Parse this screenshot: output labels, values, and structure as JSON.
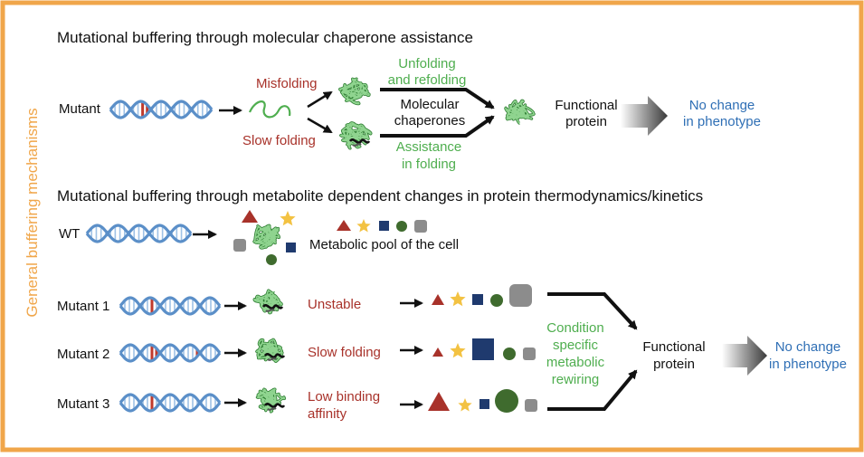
{
  "sidebar_label": "General buffering mechanisms",
  "section1": {
    "title": "Mutational buffering through molecular chaperone assistance",
    "mutant_label": "Mutant",
    "misfolding": "Misfolding",
    "slow_folding": "Slow folding",
    "unfolding_line1": "Unfolding",
    "unfolding_line2": "and refolding",
    "chaperones_line1": "Molecular",
    "chaperones_line2": "chaperones",
    "assistance_line1": "Assistance",
    "assistance_line2": "in folding",
    "functional_line1": "Functional",
    "functional_line2": "protein",
    "nochange_line1": "No change",
    "nochange_line2": "in phenotype"
  },
  "section2": {
    "title": "Mutational buffering through metabolite dependent changes in protein thermodynamics/kinetics",
    "wt_label": "WT",
    "pool_label": "Metabolic pool of the cell",
    "mutants": [
      {
        "label": "Mutant 1",
        "effect": "Unstable",
        "effect_line2": ""
      },
      {
        "label": "Mutant 2",
        "effect": "Slow folding",
        "effect_line2": ""
      },
      {
        "label": "Mutant 3",
        "effect": "Low binding",
        "effect_line2": "affinity"
      }
    ],
    "rewiring_lines": [
      "Condition",
      "specific",
      "metabolic",
      "rewiring"
    ],
    "functional_line1": "Functional",
    "functional_line2": "protein",
    "nochange_line1": "No change",
    "nochange_line2": "in phenotype"
  },
  "colors": {
    "border": "#f0a64a",
    "sidebar_text": "#f0a64a",
    "red_text": "#a8322a",
    "green_text": "#4fae4f",
    "blue_text": "#2f6fb5",
    "dna_blue": "#5b8fc8",
    "dna_light": "#9fc2e6",
    "mutation_red": "#c0392b",
    "protein_green": "#4fae4f",
    "metabolite_red": "#a8322a",
    "metabolite_yellow": "#f3c242",
    "metabolite_navy": "#1f3a6e",
    "metabolite_green": "#3f6b2e",
    "metabolite_gray": "#8c8c8c"
  }
}
